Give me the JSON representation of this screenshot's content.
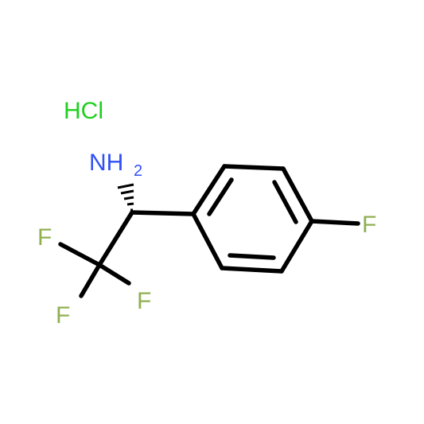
{
  "molecule": {
    "salt_label": "HCl",
    "amine_label": "NH",
    "amine_subscript": "2",
    "ring_fluorine_label": "F",
    "cf3_fluorine_labels": [
      "F",
      "F",
      "F"
    ]
  },
  "colors": {
    "bond": "#000000",
    "chlorine": "#1fd01f",
    "nitrogen": "#3050f8",
    "fluorine": "#90b050"
  }
}
